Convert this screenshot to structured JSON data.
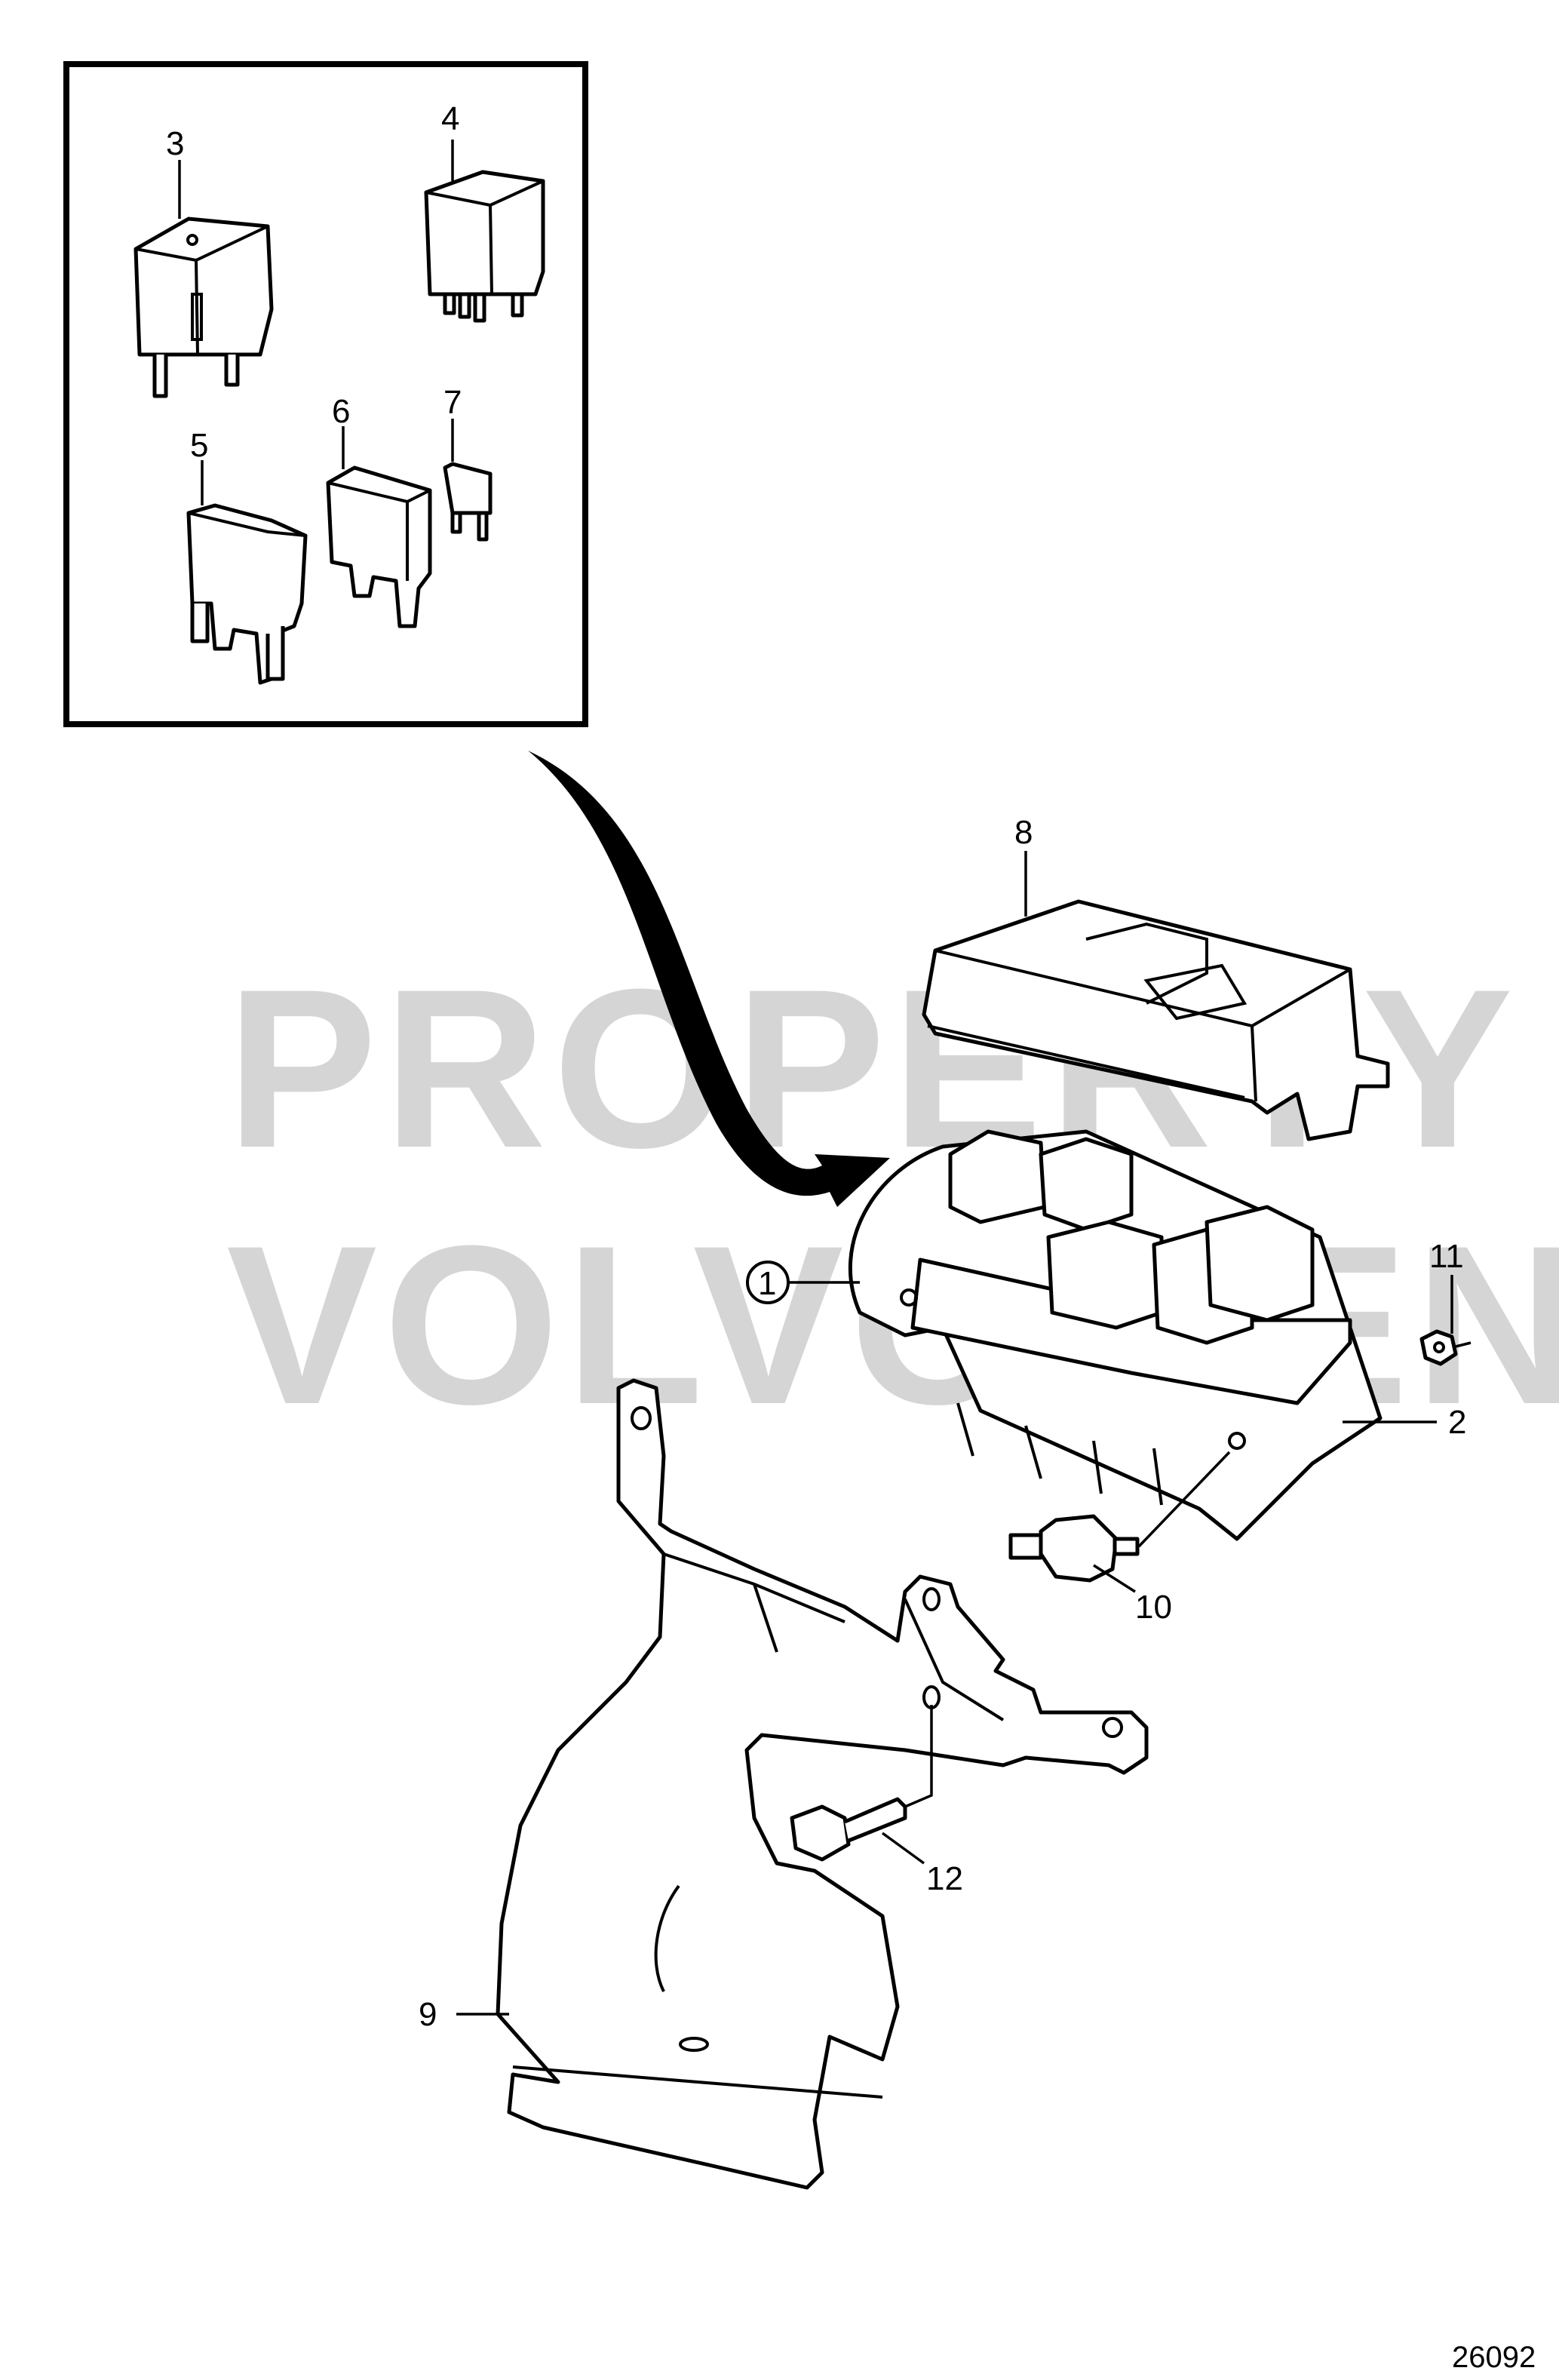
{
  "watermark": {
    "line1": "PROPERTY OF",
    "line2": "VOLVO PENTA"
  },
  "figure_number": "26092",
  "callouts": {
    "c1": "1",
    "c2": "2",
    "c3": "3",
    "c4": "4",
    "c5": "5",
    "c6": "6",
    "c7": "7",
    "c8": "8",
    "c9": "9",
    "c10": "10",
    "c11": "11",
    "c12": "12"
  }
}
